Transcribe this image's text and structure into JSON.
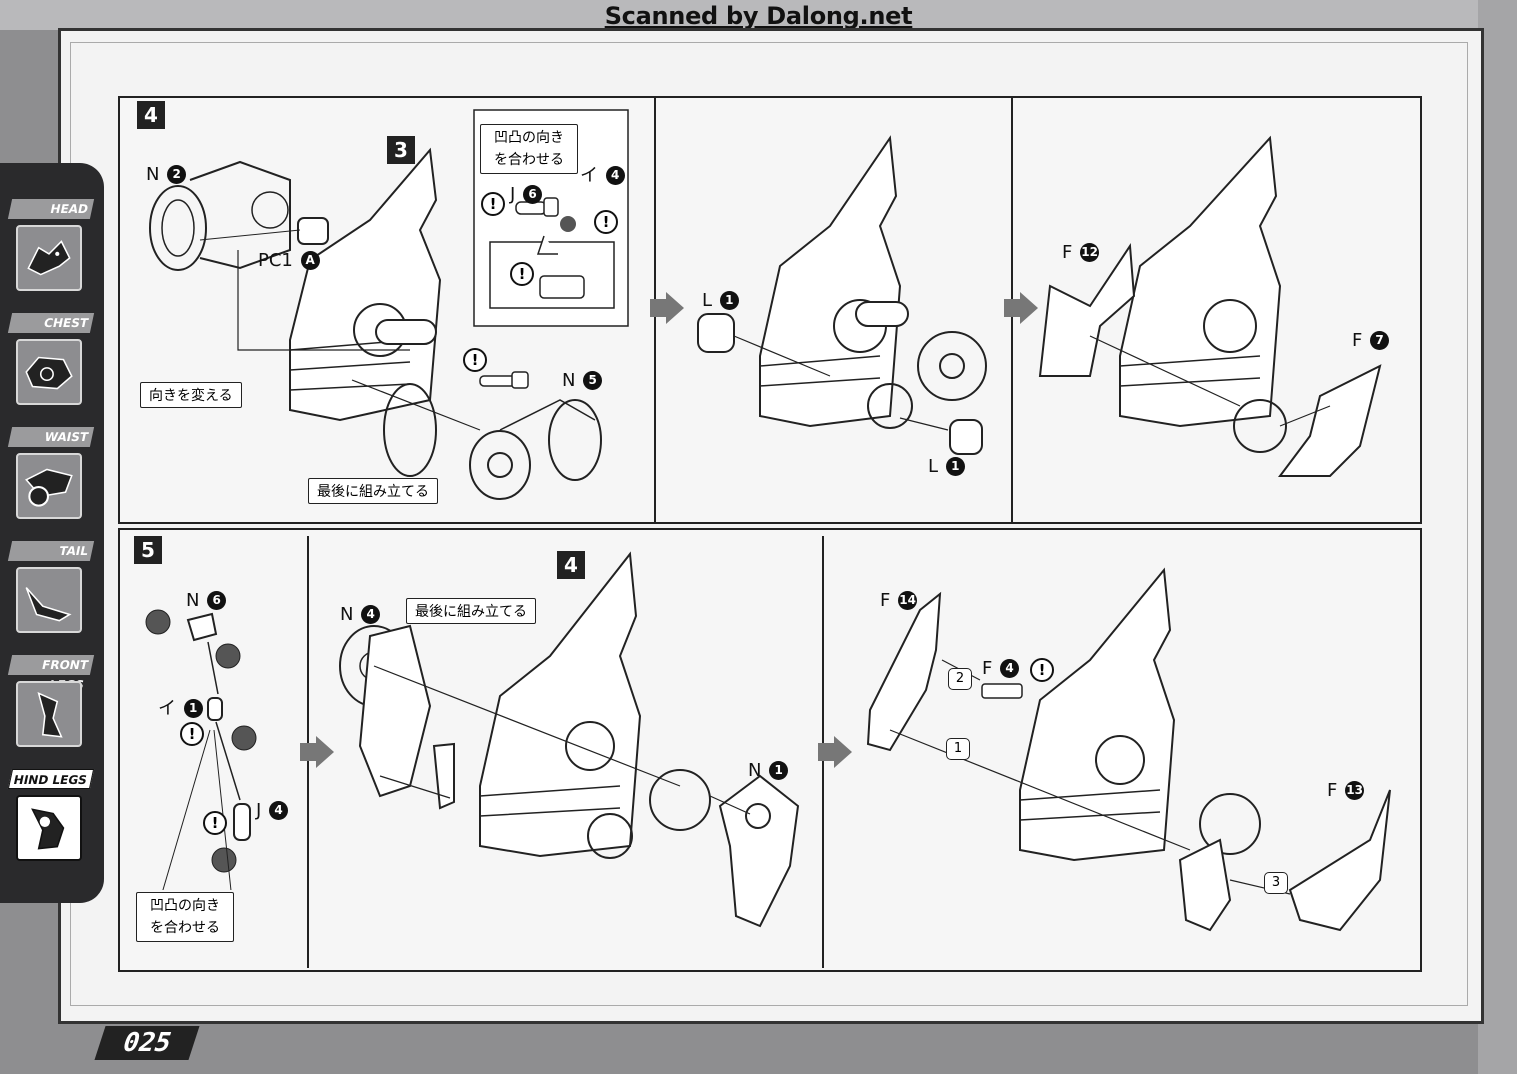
{
  "header": {
    "scan_credit": "Scanned by Dalong.net"
  },
  "sidebar": {
    "tabs": [
      {
        "label": "HEAD",
        "icon": "wolf-head-icon",
        "active": false
      },
      {
        "label": "CHEST",
        "icon": "chest-armor-icon",
        "active": false
      },
      {
        "label": "WAIST",
        "icon": "waist-gear-icon",
        "active": false
      },
      {
        "label": "TAIL",
        "icon": "tail-icon",
        "active": false
      },
      {
        "label": "FRONT LEGS",
        "icon": "front-legs-icon",
        "active": false
      },
      {
        "label": "HIND LEGS",
        "icon": "hind-legs-icon",
        "active": true
      }
    ]
  },
  "footer": {
    "page_number": "025"
  },
  "step4": {
    "step": "4",
    "sub_assembly": "3",
    "labels": {
      "n2": {
        "letter": "N",
        "num": "2"
      },
      "pc1a": {
        "letter": "PC1",
        "num": "A"
      },
      "j6": {
        "letter": "J",
        "num": "6"
      },
      "i4": {
        "letter": "イ",
        "num": "4"
      },
      "n5": {
        "letter": "N",
        "num": "5"
      },
      "l1_top": {
        "letter": "L",
        "num": "1"
      },
      "l1_bottom": {
        "letter": "L",
        "num": "1"
      },
      "f12": {
        "letter": "F",
        "num": "12"
      },
      "f7": {
        "letter": "F",
        "num": "7"
      }
    },
    "callouts": {
      "align_notch": "凹凸の向きを合わせる",
      "change_direction": "向きを変える",
      "assemble_last": "最後に組み立てる"
    },
    "warning_mark": "!"
  },
  "step5": {
    "step": "5",
    "sub_assembly": "4",
    "labels": {
      "n6": {
        "letter": "N",
        "num": "6"
      },
      "i1": {
        "letter": "イ",
        "num": "1"
      },
      "j4": {
        "letter": "J",
        "num": "4"
      },
      "n4": {
        "letter": "N",
        "num": "4"
      },
      "n1": {
        "letter": "N",
        "num": "1"
      },
      "f14": {
        "letter": "F",
        "num": "14"
      },
      "f4": {
        "letter": "F",
        "num": "4"
      },
      "f13": {
        "letter": "F",
        "num": "13"
      }
    },
    "callouts": {
      "align_notch": "凹凸の向きを合わせる",
      "assemble_last": "最後に組み立てる"
    },
    "order_marks": [
      "1",
      "2",
      "3"
    ],
    "warning_mark": "!"
  }
}
